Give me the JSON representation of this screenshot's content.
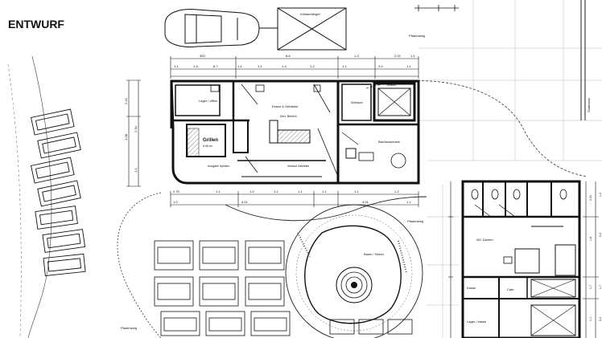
{
  "title": "ENTWURF",
  "labels": {
    "car_trailer": "Kühlanhänger",
    "path_top": "Pfadenweg",
    "path_bottom": "Pfadenweg",
    "street": "Südtrasse",
    "lager_office": "Lager / office",
    "essen": "Essen & Getränke",
    "service": "Serv. Bereich",
    "grill": "Grillen",
    "grill_area": "6.06 m²",
    "ausgabe_a": "Ausgabe Speisen",
    "ausgabe_b": "Verkauf Getränke",
    "kuehl": "Kühlraum",
    "kuehl2": "Tiefkühl",
    "bar": "Bar/Ausschank",
    "wc": "WC Damen",
    "baum": "Baum / Sitzen",
    "lager": "Lager / kasse",
    "kasse": "Kasse",
    "cafe": "Cafe"
  },
  "dimensions": {
    "top_row_1": [
      "300",
      "8-6",
      "1-3",
      "2.02",
      "1-1"
    ],
    "top_row_2": [
      "1-1",
      "1-4",
      "6-7",
      "1-1",
      "1-1",
      "1-4",
      "1-2",
      "1-1",
      "2-0",
      "1-1"
    ],
    "bottom_row_1": [
      "2.75",
      "1-1",
      "1-2",
      "1-2",
      "1-1",
      "1-1",
      "1-1",
      "1-2"
    ],
    "bottom_row_2": [
      "1-0",
      "4.01",
      "4.01",
      "1-1"
    ],
    "right_col": [
      "2.24",
      "1-2",
      "1-8",
      "2-2",
      "1-7",
      "1-7",
      "1-1",
      "2-4"
    ],
    "left_col": [
      "2.24",
      "1-08",
      "2.34",
      "1-1"
    ]
  }
}
